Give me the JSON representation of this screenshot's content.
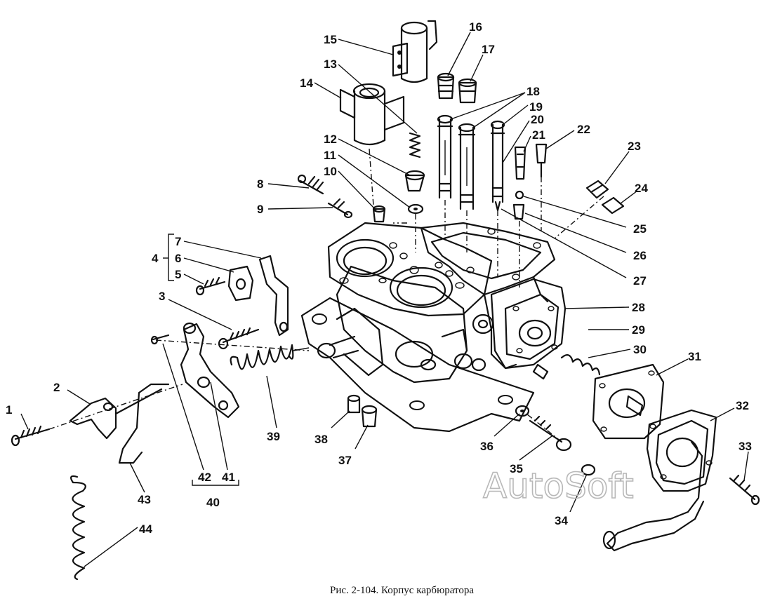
{
  "caption": "Рис. 2-104. Корпус карбюратора",
  "watermark": "AutoSoft",
  "labels": {
    "n1": "1",
    "n2": "2",
    "n3": "3",
    "n4": "4",
    "n5": "5",
    "n6": "6",
    "n7": "7",
    "n8": "8",
    "n9": "9",
    "n10": "10",
    "n11": "11",
    "n12": "12",
    "n13": "13",
    "n14": "14",
    "n15": "15",
    "n16": "16",
    "n17": "17",
    "n18": "18",
    "n19": "19",
    "n20": "20",
    "n21": "21",
    "n22": "22",
    "n23": "23",
    "n24": "24",
    "n25": "25",
    "n26": "26",
    "n27": "27",
    "n28": "28",
    "n29": "29",
    "n30": "30",
    "n31": "31",
    "n32": "32",
    "n33": "33",
    "n34": "34",
    "n35": "35",
    "n36": "36",
    "n37": "37",
    "n38": "38",
    "n39": "39",
    "n40": "40",
    "n41": "41",
    "n42": "42",
    "n43": "43",
    "n44": "44"
  }
}
